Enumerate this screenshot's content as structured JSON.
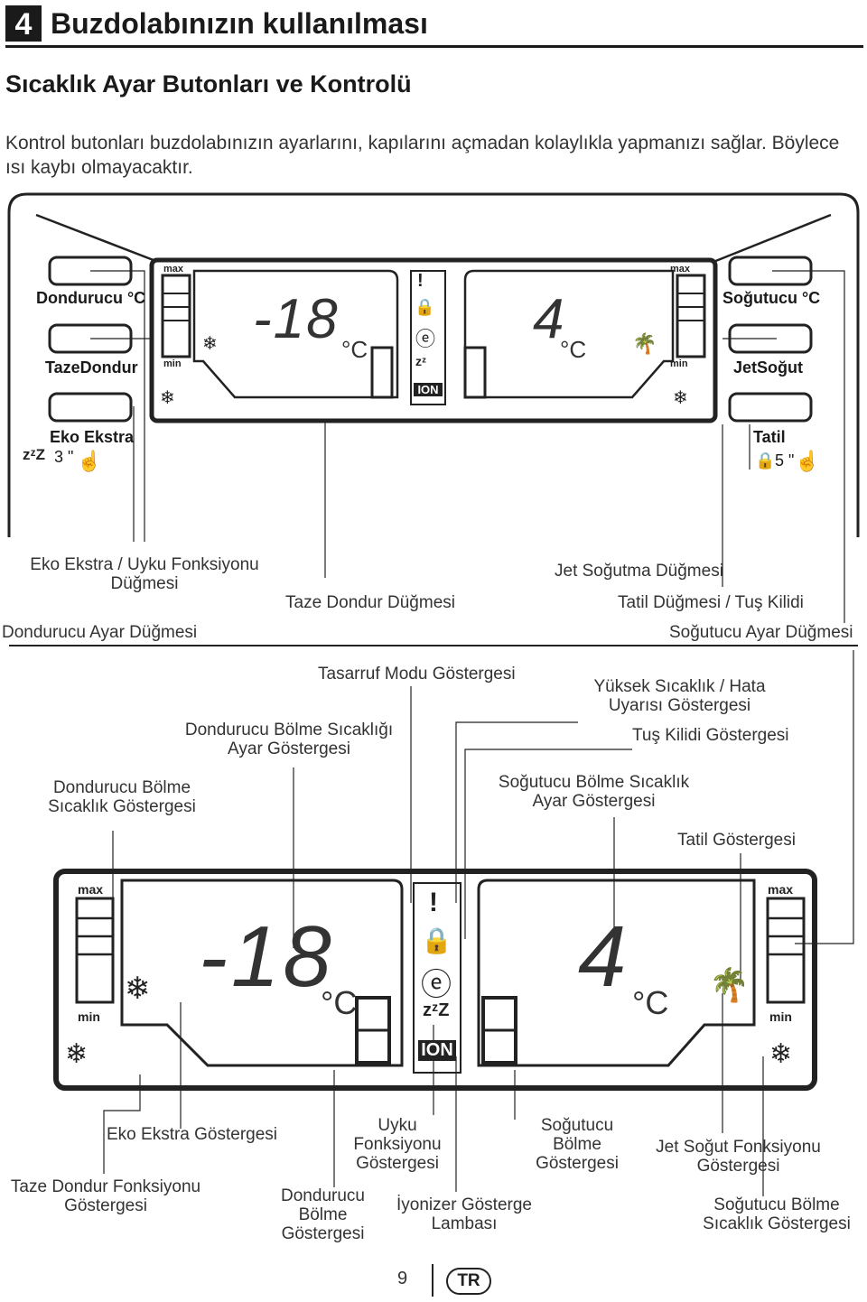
{
  "header": {
    "number": "4",
    "title": "Buzdolabınızın kullanılması"
  },
  "section": {
    "title": "Sıcaklık Ayar Butonları ve Kontrolü",
    "intro": "Kontrol butonları buzdolabınızın ayarlarını, kapılarını açmadan kolaylıkla yapmanızı sağlar. Böylece ısı kaybı olmayacaktır."
  },
  "panel": {
    "buttons": {
      "freezer": "Dondurucu °C",
      "quick_freeze": "TazeDondur",
      "eco_extra": "Eko Ekstra",
      "eco_hold": "3 \"",
      "fridge": "Soğutucu °C",
      "jet_cool": "JetSoğut",
      "vacation": "Tatil",
      "vacation_hold": "5 \""
    },
    "display": {
      "max": "max",
      "min": "min",
      "freezer_temp": "-18",
      "fridge_temp": "4",
      "unit": "°C",
      "ion": "ION",
      "warning": "!"
    }
  },
  "callouts_top": {
    "eco_sleep": "Eko Ekstra / Uyku Fonksiyonu Düğmesi",
    "freezer_set": "Dondurucu Ayar Düğmesi",
    "quick_freeze": "Taze Dondur Düğmesi",
    "jet_cool": "Jet Soğutma Düğmesi",
    "vacation_lock": "Tatil Düğmesi / Tuş Kilidi",
    "fridge_set": "Soğutucu Ayar Düğmesi"
  },
  "callouts_mid": {
    "economy": "Tasarruf Modu Göstergesi",
    "freezer_temp_set": "Dondurucu Bölme Sıcaklığı Ayar Göstergesi",
    "freezer_temp": "Dondurucu Bölme Sıcaklık Göstergesi",
    "high_temp": "Yüksek Sıcaklık / Hata Uyarısı Göstergesi",
    "key_lock": "Tuş Kilidi Göstergesi",
    "fridge_temp_set": "Soğutucu Bölme Sıcaklık Ayar Göstergesi",
    "vacation": "Tatil Göstergesi"
  },
  "callouts_bottom": {
    "eco_extra": "Eko Ekstra Göstergesi",
    "quick_freeze": "Taze Dondur Fonksiyonu Göstergesi",
    "freezer_compartment": "Dondurucu Bölme Göstergesi",
    "sleep": "Uyku Fonksiyonu Göstergesi",
    "ionizer": "İyonizer Gösterge Lambası",
    "fridge_compartment": "Soğutucu Bölme Göstergesi",
    "jet_cool": "Jet Soğut Fonksiyonu Göstergesi",
    "fridge_temp": "Soğutucu Bölme Sıcaklık Göstergesi"
  },
  "footer": {
    "page": "9",
    "lang": "TR"
  }
}
